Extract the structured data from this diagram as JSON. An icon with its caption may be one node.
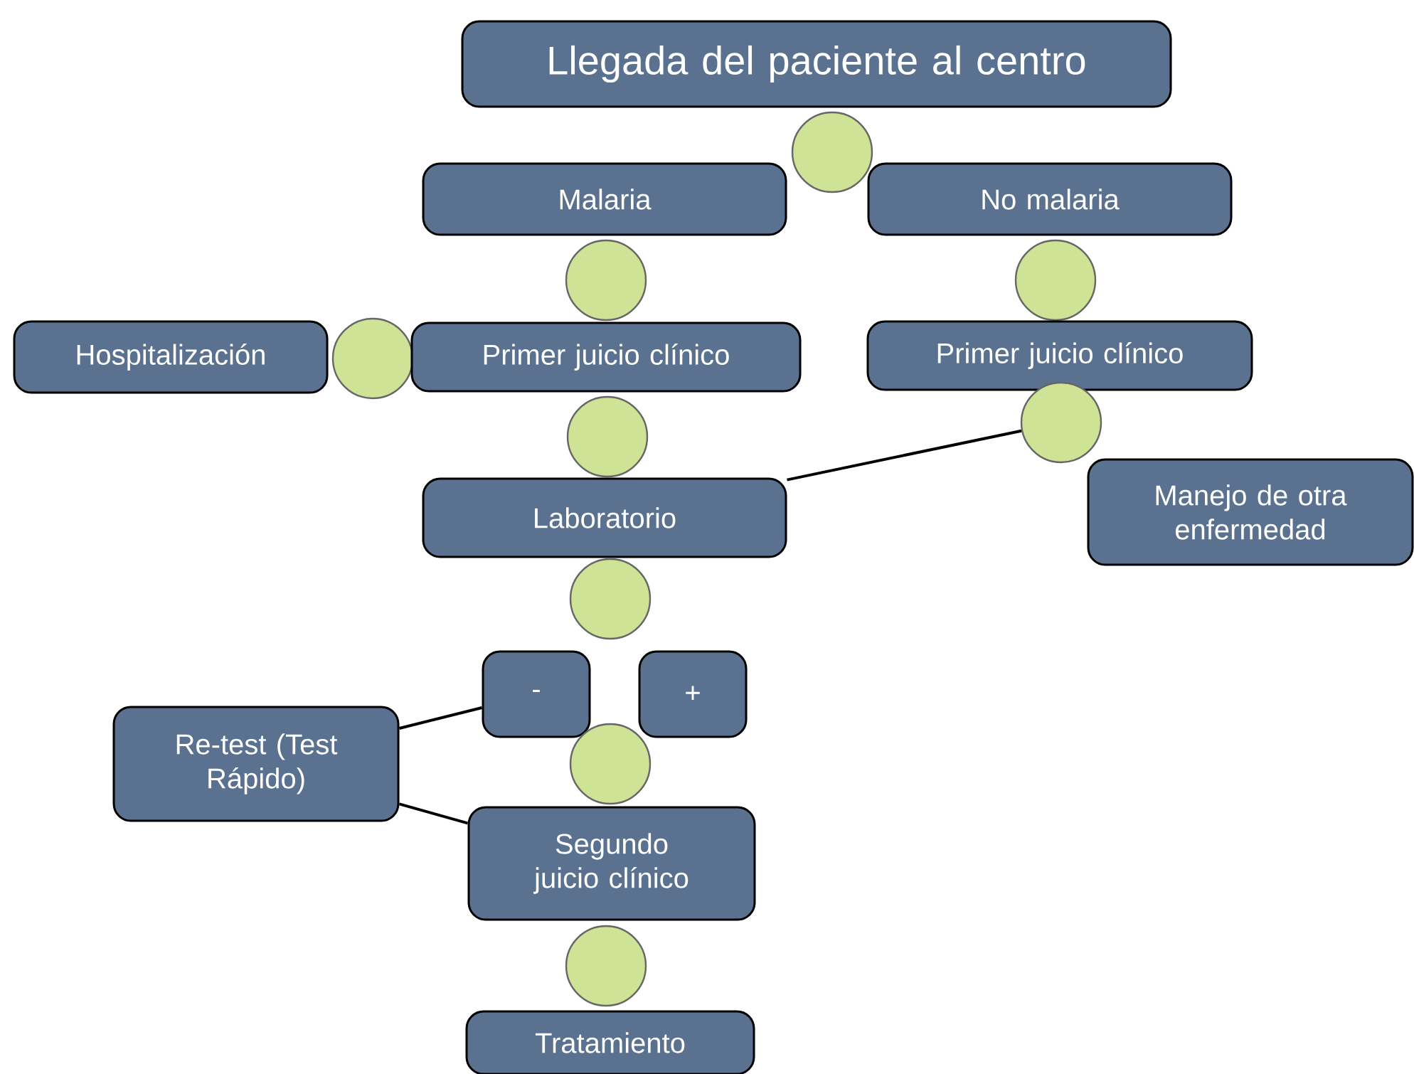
{
  "diagram": {
    "nodes": [
      {
        "text": [
          "Llegada del paciente al centro"
        ]
      },
      {
        "text": [],
        "shape": "circle"
      },
      {
        "text": [
          "Malaria"
        ]
      },
      {
        "text": [
          "No malaria"
        ]
      },
      {
        "text": [],
        "shape": "circle"
      },
      {
        "text": [],
        "shape": "circle"
      },
      {
        "text": [
          "Hospitalización"
        ]
      },
      {
        "text": [],
        "shape": "circle"
      },
      {
        "text": [
          "Primer juicio clínico"
        ]
      },
      {
        "text": [
          "Primer juicio clínico"
        ]
      },
      {
        "text": [],
        "shape": "circle"
      },
      {
        "text": [],
        "shape": "circle"
      },
      {
        "text": [
          "Laboratorio"
        ]
      },
      {
        "text": [
          "Manejo de otra enfermedad"
        ]
      },
      {
        "text": [],
        "shape": "circle"
      },
      {
        "text": [
          "-"
        ]
      },
      {
        "text": [
          "+"
        ]
      },
      {
        "text": [
          "Re-test (Test Rápido)"
        ]
      },
      {
        "text": [],
        "shape": "circle"
      },
      {
        "text": [
          "Segundo juicio clínico"
        ]
      },
      {
        "text": [],
        "shape": "circle"
      },
      {
        "text": [
          "Tratamiento"
        ]
      }
    ],
    "edges": [
      {
        "from": 12,
        "to": 11,
        "arrow": "none"
      },
      {
        "from": 17,
        "to": 15,
        "arrow": "none"
      },
      {
        "from": 17,
        "to": 19,
        "arrow": "none"
      }
    ]
  }
}
